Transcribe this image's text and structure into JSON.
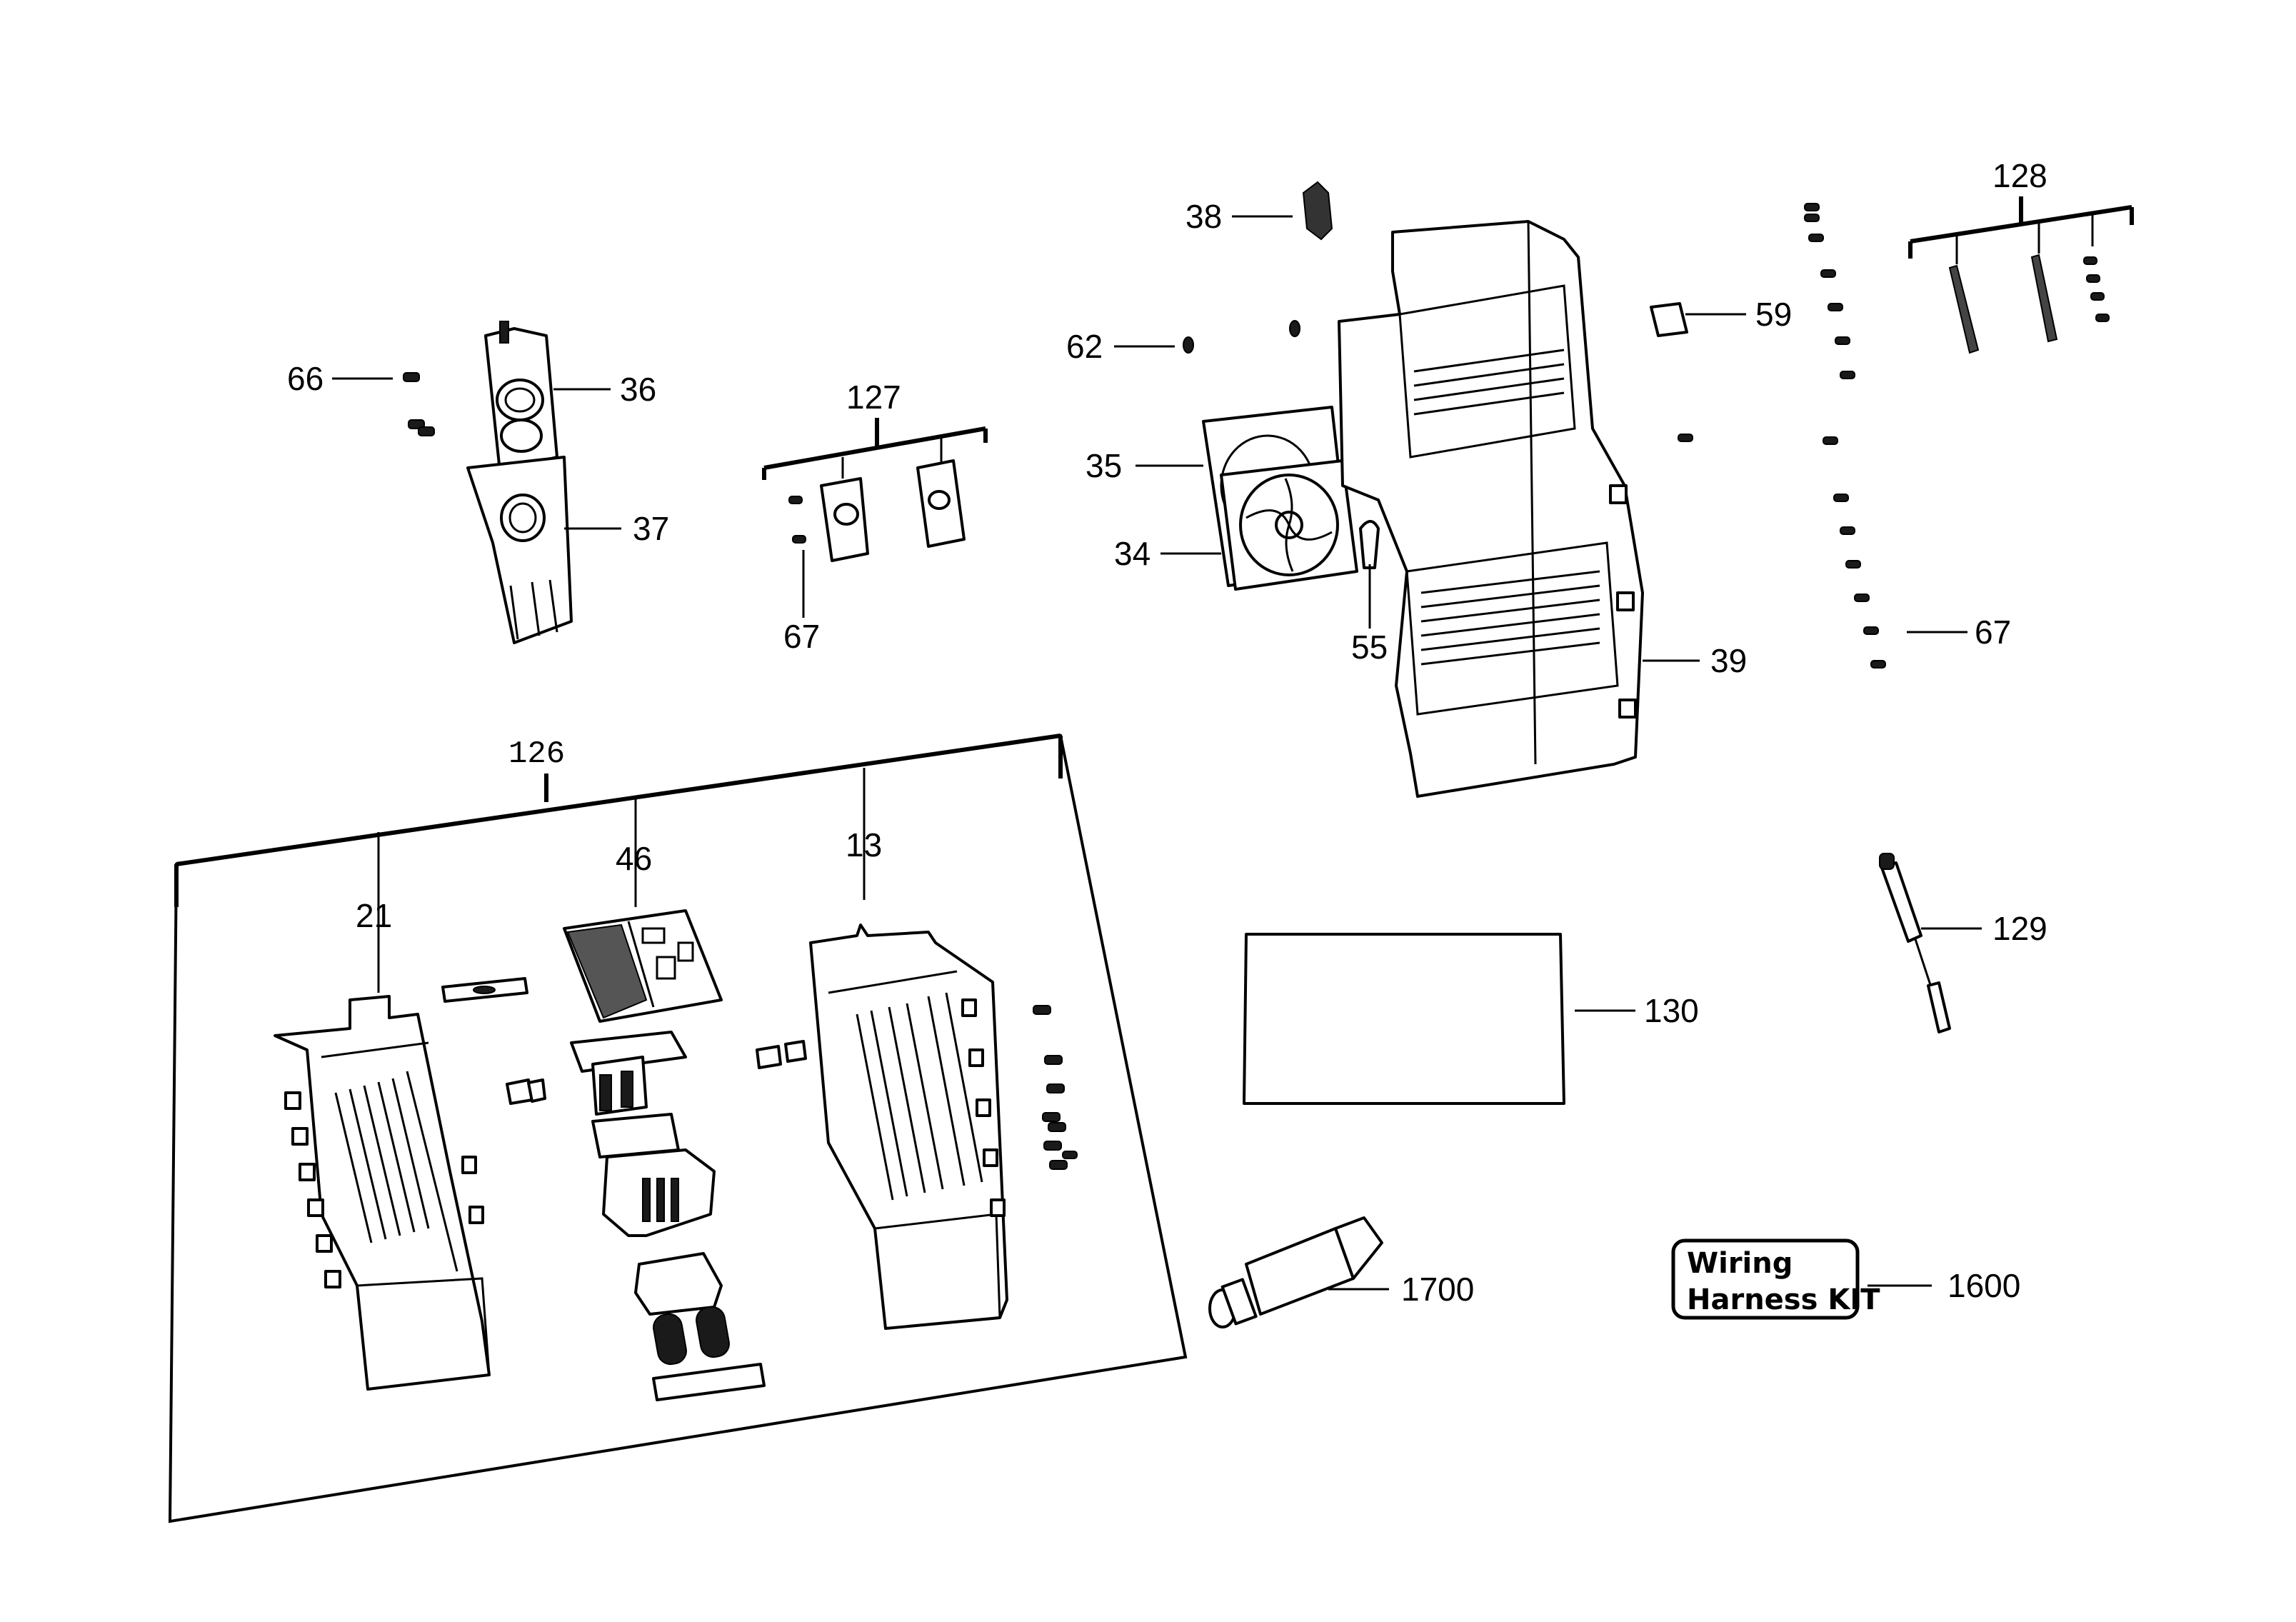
{
  "callouts": {
    "c126": "126",
    "c127": "127",
    "c128": "128",
    "c13": "13",
    "c21": "21",
    "c46": "46",
    "c34": "34",
    "c35": "35",
    "c36": "36",
    "c37": "37",
    "c38": "38",
    "c39": "39",
    "c55": "55",
    "c59": "59",
    "c62": "62",
    "c66": "66",
    "c67a": "67",
    "c67b": "67",
    "c129": "129",
    "c130": "130",
    "c1600": "1600",
    "c1700": "1700"
  },
  "kit_box": {
    "line1": "Wiring",
    "line2": "Harness KIT"
  }
}
